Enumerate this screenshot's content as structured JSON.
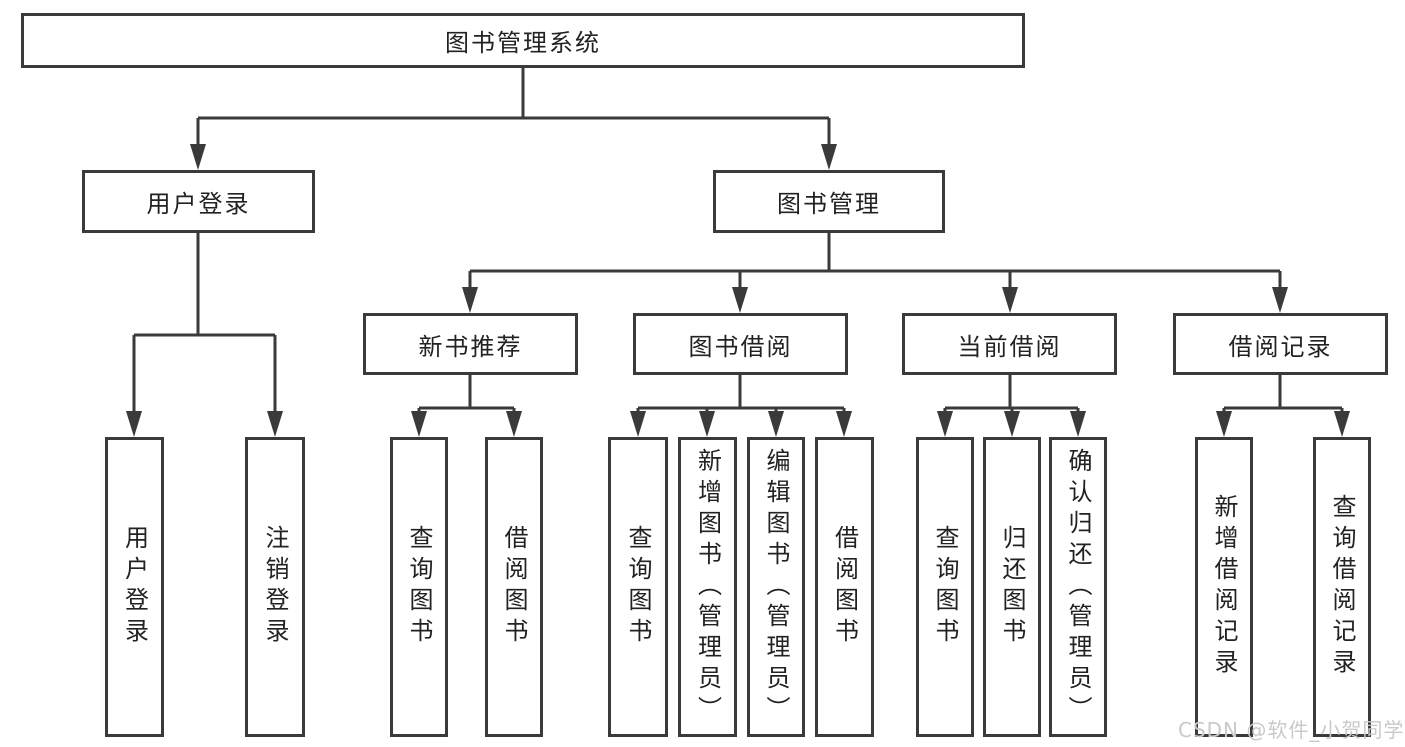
{
  "diagram": {
    "root": {
      "label": "图书管理系统"
    },
    "branches": [
      {
        "label": "用户登录",
        "children": [
          {
            "label": "用户登录"
          },
          {
            "label": "注销登录"
          }
        ]
      },
      {
        "label": "图书管理",
        "children": [
          {
            "label": "新书推荐",
            "children": [
              {
                "label": "查询图书"
              },
              {
                "label": "借阅图书"
              }
            ]
          },
          {
            "label": "图书借阅",
            "children": [
              {
                "label": "查询图书"
              },
              {
                "label": "新增图书（管理员）"
              },
              {
                "label": "编辑图书（管理员）"
              },
              {
                "label": "借阅图书"
              }
            ]
          },
          {
            "label": "当前借阅",
            "children": [
              {
                "label": "查询图书"
              },
              {
                "label": "归还图书"
              },
              {
                "label": "确认归还（管理员）"
              }
            ]
          },
          {
            "label": "借阅记录",
            "children": [
              {
                "label": "新增借阅记录"
              },
              {
                "label": "查询借阅记录"
              }
            ]
          }
        ]
      }
    ]
  },
  "watermark": {
    "text": "CSDN @软件_小贺同学"
  },
  "colors": {
    "line": "#3a3a3a",
    "text": "#222222",
    "background": "#ffffff",
    "watermark": "#c9c9c9"
  }
}
